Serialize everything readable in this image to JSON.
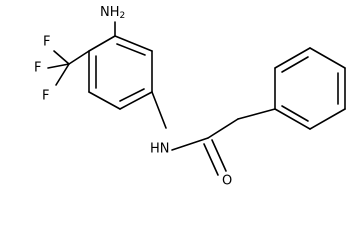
{
  "molecule": {
    "atom_labels": {
      "amine_N": "NH",
      "amine_sub": "2",
      "amide_N": "HN",
      "carbonyl_O": "O",
      "fluorine_1": "F",
      "fluorine_2": "F",
      "fluorine_3": "F"
    }
  }
}
